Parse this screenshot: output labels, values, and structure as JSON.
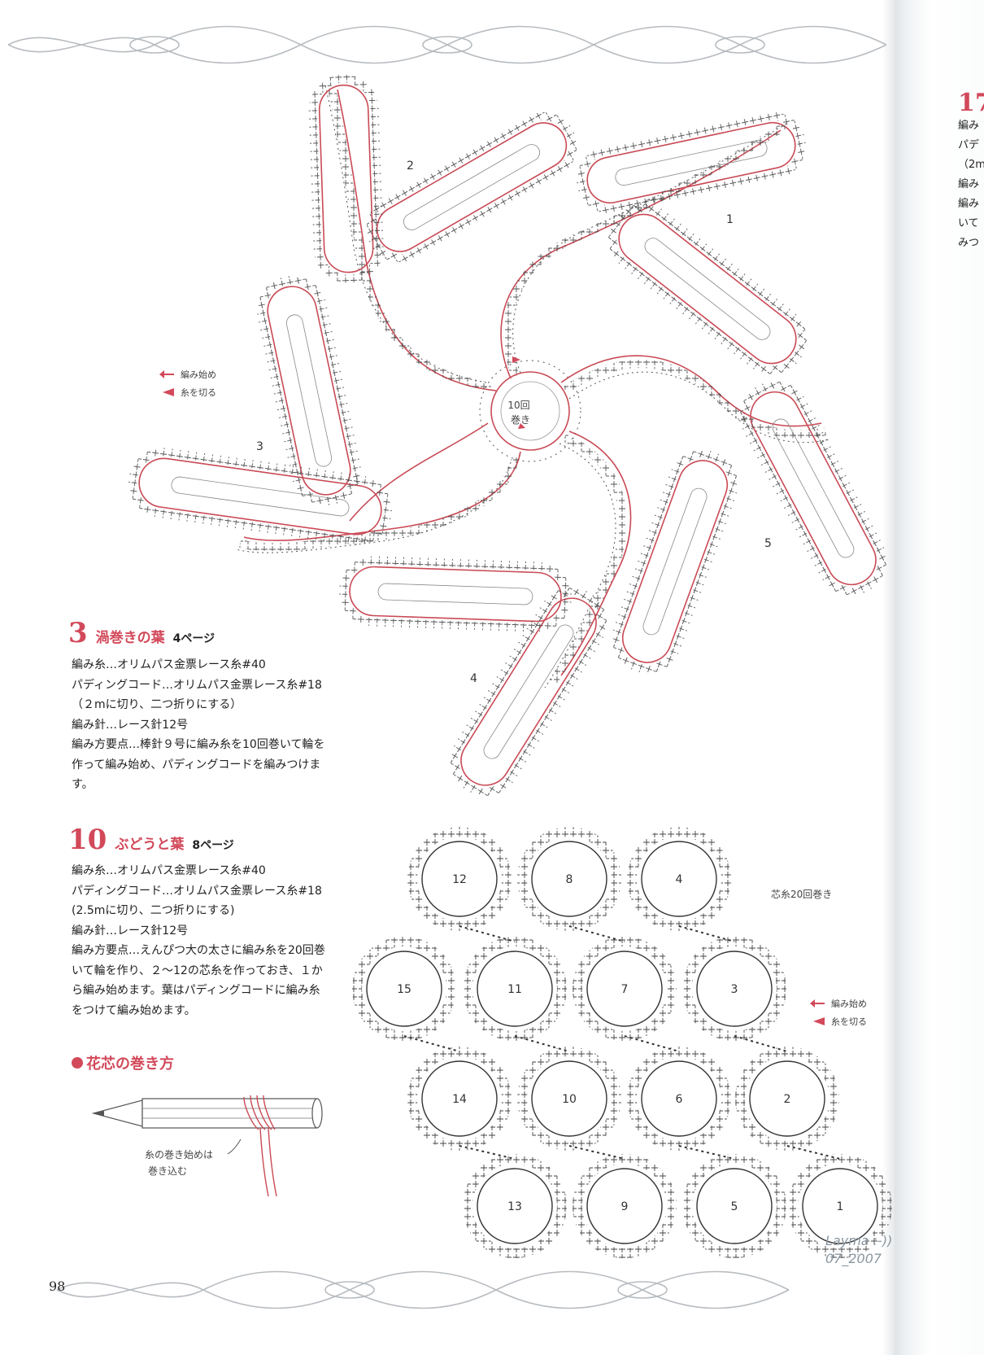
{
  "page_number": "98",
  "pattern3": {
    "number": "3",
    "title": "渦巻きの葉",
    "page_ref": "4ページ",
    "lines": [
      "編み糸…オリムパス金票レース糸#40",
      "パディングコード…オリムパス金票レース糸#18",
      "（２mに切り、二つ折りにする）",
      "編み針…レース針12号",
      "編み方要点…棒針９号に編み糸を10回巻いて輪を",
      "作って編み始め、パディングコードを編みつけま",
      "す。"
    ]
  },
  "pattern10": {
    "number": "10",
    "title": "ぶどうと葉",
    "page_ref": "8ページ",
    "lines": [
      "編み糸…オリムパス金票レース糸#40",
      "パディングコード…オリムパス金票レース糸#18",
      "(2.5mに切り、二つ折りにする)",
      "編み針…レース針12号",
      "編み方要点…えんぴつ大の太さに編み糸を20回巻",
      "いて輪を作り、２～12の芯糸を作っておき、１か",
      "ら編み始めます。葉はパディングコードに編み糸",
      "をつけて編み始めます。"
    ]
  },
  "winding": {
    "heading": "花芯の巻き方",
    "note_line1": "糸の巻き始めは",
    "note_line2": "巻き込む"
  },
  "legend": {
    "start": "編み始め",
    "cut": "糸を切る"
  },
  "diagram_top": {
    "center_line1": "10回",
    "center_line2": "巻き",
    "leaf_labels": [
      "1",
      "2",
      "3",
      "4",
      "5"
    ]
  },
  "diagram_bottom": {
    "core_note": "芯糸20回巻き",
    "circles": [
      "12",
      "8",
      "4",
      "15",
      "11",
      "7",
      "3",
      "14",
      "10",
      "6",
      "2",
      "13",
      "9",
      "5",
      "1"
    ]
  },
  "signature": {
    "line1": "Layma :-))",
    "line2": "07_2007"
  },
  "right_page": {
    "number": "17",
    "lines": [
      "編み",
      "パデ",
      "（2m",
      "編み",
      "編み",
      "いて",
      "みつ"
    ]
  },
  "colors": {
    "accent": "#d2495a",
    "line": "#c94a55",
    "stitch": "#333333"
  }
}
